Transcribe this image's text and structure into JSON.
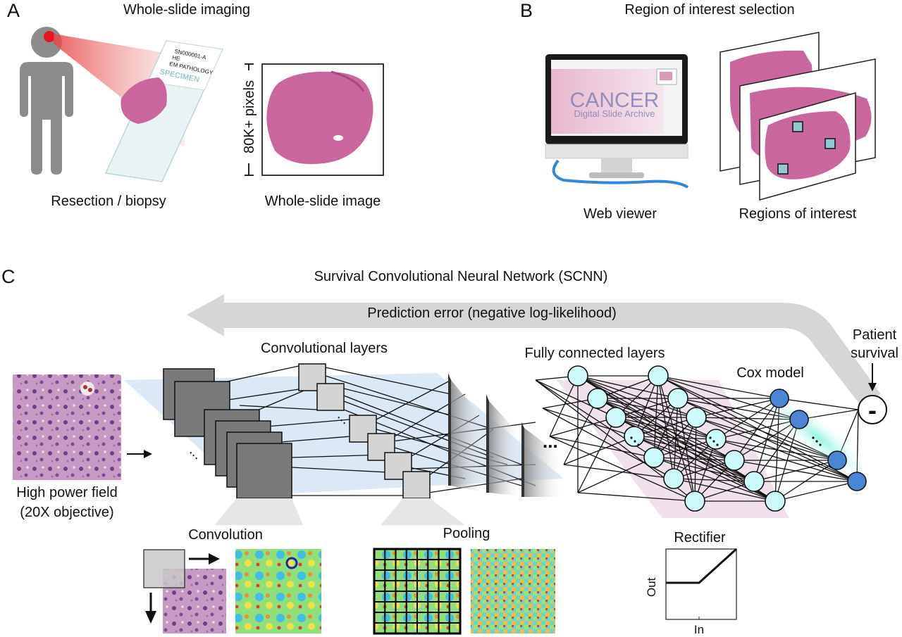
{
  "panel_a": {
    "letter": "A",
    "title": "Whole-slide imaging",
    "resection_label": "Resection / biopsy",
    "wsi_label": "Whole-slide image",
    "pixels_label": "80K+ pixels",
    "slide_text": [
      "SN000001-A",
      "HE",
      "EM PATHOLOGY",
      "SPECIMEN"
    ]
  },
  "panel_b": {
    "letter": "B",
    "title": "Region of interest selection",
    "web_viewer_label": "Web viewer",
    "roi_label": "Regions of interest",
    "screen_title": "CANCER",
    "screen_subtitle": "Digital Slide Archive"
  },
  "panel_c": {
    "letter": "C",
    "title": "Survival Convolutional Neural Network (SCNN)",
    "error_label": "Prediction error (negative log-likelihood)",
    "conv_layers_label": "Convolutional layers",
    "fc_layers_label": "Fully connected layers",
    "cox_label": "Cox model",
    "patient_survival_line1": "Patient",
    "patient_survival_line2": "survival",
    "hpf_line1": "High power field",
    "hpf_line2": "(20X objective)",
    "convolution_label": "Convolution",
    "pooling_label": "Pooling",
    "rectifier_label": "Rectifier",
    "rect_y_label": "Out",
    "rect_x_label": "In",
    "minus_symbol": "-",
    "ellipsis": "..."
  },
  "colors": {
    "tissue": "#c9669d",
    "tissue_dark": "#a9487f",
    "node_fill": "#cdfbfb",
    "cox_node": "#4a86d4",
    "gray_box": "#7a7a7a",
    "light_box": "#d4d4d4",
    "blue_band": "#cfe0f2",
    "pink_band": "#ecd7e6",
    "error_arrow": "#d6d6d6"
  }
}
